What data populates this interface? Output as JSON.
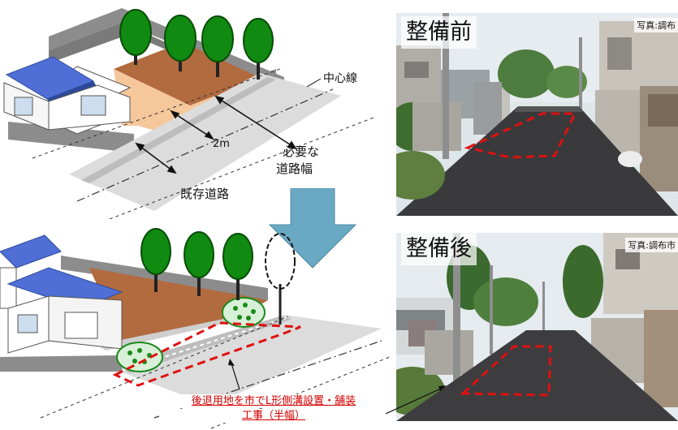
{
  "top_diagram": {
    "centerline_label": "中心線",
    "setback_label": "2m",
    "required_width_label_line1": "必要な",
    "required_width_label_line2": "道路幅",
    "existing_road_label": "既存道路"
  },
  "bottom_diagram": {
    "caption_line1": "後退用地を市でL形側溝設置・舗装",
    "caption_line2": "工事（半幅）"
  },
  "photo_before": {
    "heading": "整備前",
    "credit": "写真:調布"
  },
  "photo_after": {
    "heading": "整備後",
    "credit": "写真:調布市"
  },
  "colors": {
    "arrow_fill": "#6aa9c4",
    "setback_dashed": "#e01010",
    "tree_green": "#118a11",
    "soil": "#b26a3f",
    "setback_area": "#f6c79b",
    "caption_red": "#d40000"
  },
  "icons": {
    "down_arrow": "down-arrow-icon",
    "tree": "tree-icon"
  }
}
